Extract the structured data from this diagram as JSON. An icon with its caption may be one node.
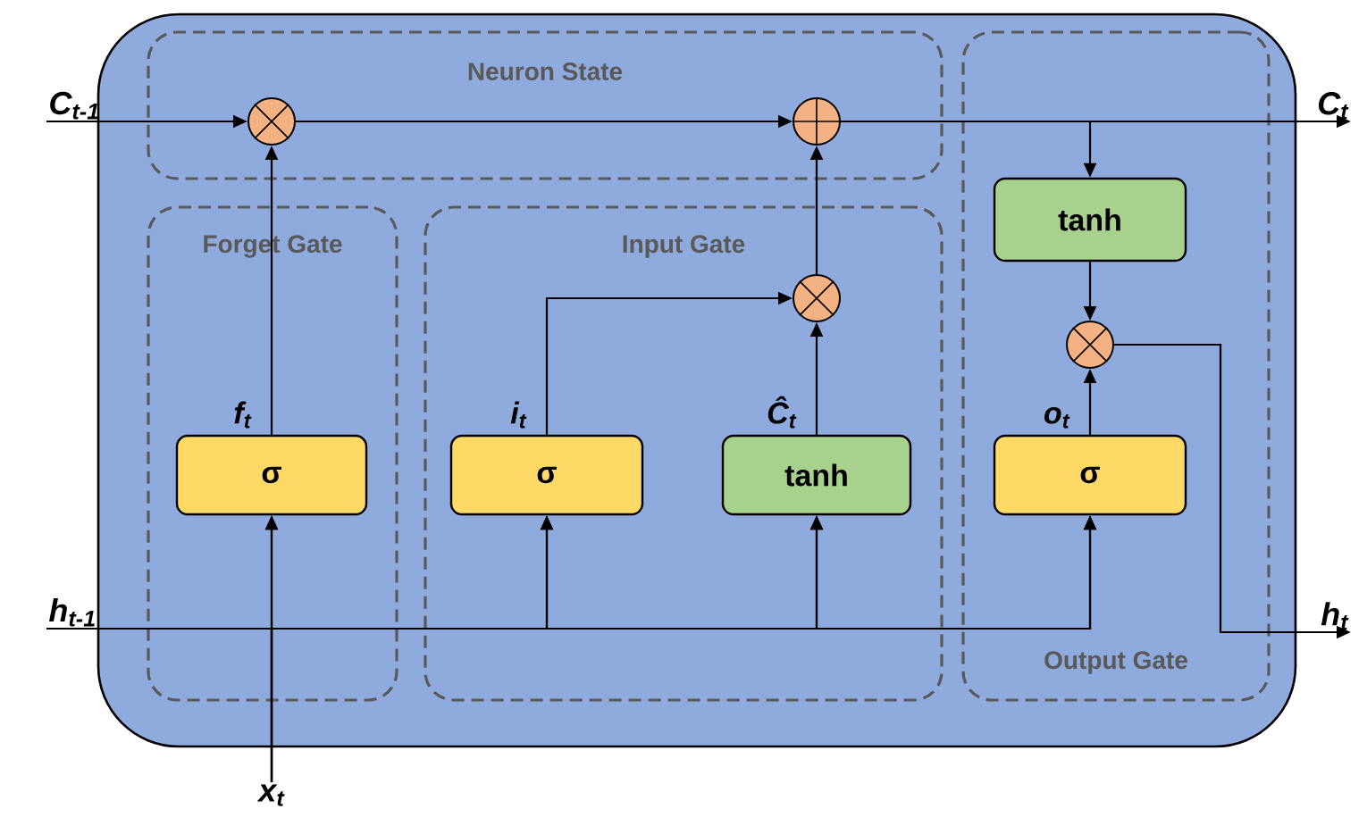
{
  "diagram": {
    "nodes": [
      {
        "text": [],
        "shape": "box"
      },
      {
        "text": [
          "Neuron State"
        ],
        "in": 0
      },
      {
        "text": [],
        "shape": "circle",
        "in": 1
      },
      {
        "text": [],
        "shape": "circle",
        "in": 1
      },
      {
        "text": [
          "Output Gate"
        ],
        "in": 0
      },
      {
        "text": [
          "tanh"
        ],
        "in": 4
      },
      {
        "text": [],
        "shape": "circle",
        "in": 4
      },
      {
        "text": [
          "σ"
        ],
        "in": 4,
        "beside": [
          "o$_{t}$"
        ]
      },
      {
        "text": [
          "Forget Gate"
        ],
        "in": 0
      },
      {
        "text": [
          "σ"
        ],
        "in": 8,
        "beside": [
          "f$_{t}$"
        ]
      },
      {
        "text": [
          "Input Gate"
        ],
        "in": 0
      },
      {
        "text": [],
        "shape": "circle",
        "in": 10
      },
      {
        "text": [
          "σ"
        ],
        "in": 10,
        "beside": [
          "i$_{t}$"
        ]
      },
      {
        "text": [
          "tanh"
        ],
        "in": 10,
        "beside": [
          "Ĉ$_{t}$"
        ]
      },
      {
        "text": [
          "C$_{t-1}$"
        ]
      },
      {
        "text": [
          "C$_{t}$"
        ]
      },
      {
        "text": [
          "h$_{t-1}$"
        ]
      },
      {
        "text": [
          "h$_{t}$"
        ]
      },
      {
        "text": [
          "x$_{t}$"
        ]
      }
    ],
    "edges": [
      {
        "from": 14,
        "to": 2,
        "arrow": "to"
      },
      {
        "from": 2,
        "to": 3,
        "arrow": "to"
      },
      {
        "from": 3,
        "to": 15,
        "arrow": "to"
      },
      {
        "from": 3,
        "to": 5,
        "arrow": "to"
      },
      {
        "from": 9,
        "to": 2,
        "arrow": "to"
      },
      {
        "from": 12,
        "to": 11,
        "arrow": "to"
      },
      {
        "from": 13,
        "to": 11,
        "arrow": "to"
      },
      {
        "from": 11,
        "to": 3,
        "arrow": "to"
      },
      {
        "from": 5,
        "to": 6,
        "arrow": "to"
      },
      {
        "from": 7,
        "to": 6,
        "arrow": "to"
      },
      {
        "from": 6,
        "to": 17,
        "arrow": "to"
      },
      {
        "from": 16,
        "to": 9,
        "arrow": "to"
      },
      {
        "from": 16,
        "to": 12,
        "arrow": "to"
      },
      {
        "from": 16,
        "to": 13,
        "arrow": "to"
      },
      {
        "from": 16,
        "to": 7,
        "arrow": "to"
      },
      {
        "from": 18,
        "to": 9,
        "arrow": "to"
      },
      {
        "from": 18,
        "to": 12,
        "arrow": "to"
      },
      {
        "from": 18,
        "to": 13,
        "arrow": "to"
      },
      {
        "from": 18,
        "to": 7,
        "arrow": "to"
      }
    ]
  }
}
